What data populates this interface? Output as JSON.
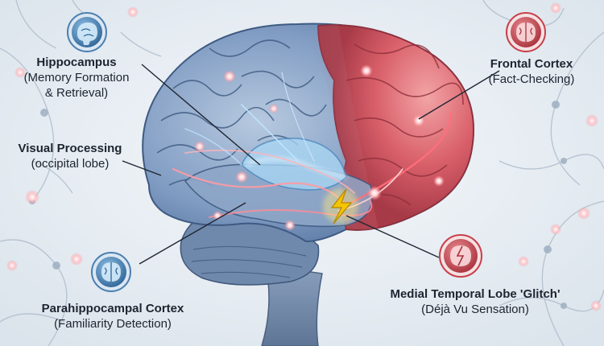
{
  "labels": {
    "hippocampus": {
      "title": "Hippocampus",
      "subtitle_1": "(Memory Formation",
      "subtitle_2": "& Retrieval)"
    },
    "visual": {
      "title": "Visual Processing",
      "subtitle": "(occipital lobe)"
    },
    "parahippocampal": {
      "title": "Parahippocampal Cortex",
      "subtitle": "(Familiarity Detection)"
    },
    "frontal": {
      "title": "Frontal Cortex",
      "subtitle": "(Fact-Checking)"
    },
    "medial": {
      "title": "Medial Temporal Lobe 'Glitch'",
      "subtitle": "(Déjà Vu Sensation)"
    }
  },
  "icons": {
    "hippocampus": "brain-icon",
    "parahippocampal": "brain-icon",
    "frontal": "brain-icon",
    "medial": "brain-glitch-icon",
    "glitch": "lightning-bolt-icon"
  },
  "colors": {
    "background": "#e8eef3",
    "brain_blue": "#7f9bc2",
    "brain_red": "#d9606a",
    "hippocampus_glow": "#a9d8f5",
    "bolt": "#f5c400",
    "icon_blue": "#4a7fb0",
    "icon_red": "#c6404a",
    "text": "#1e2430"
  }
}
